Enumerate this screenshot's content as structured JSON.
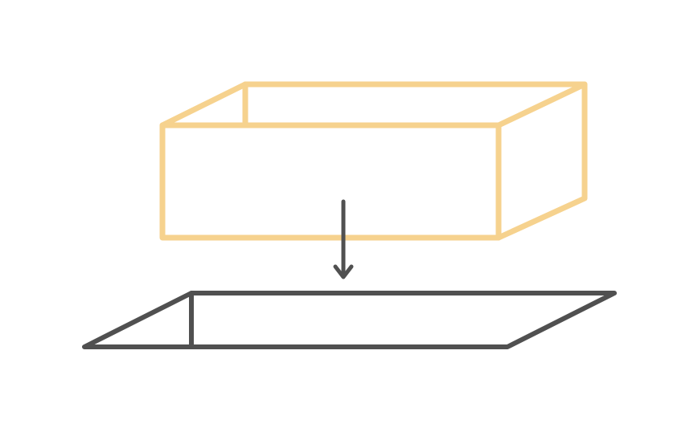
{
  "colors": {
    "background": "#ffffff",
    "box_stroke": "#f6d28e",
    "base_stroke": "#505050",
    "arrow_stroke": "#505050"
  },
  "diagram": {
    "box": {
      "shape": "open-rectangular-box"
    },
    "arrow": {
      "direction": "down"
    },
    "base": {
      "shape": "flat-parallelogram-outline"
    }
  }
}
